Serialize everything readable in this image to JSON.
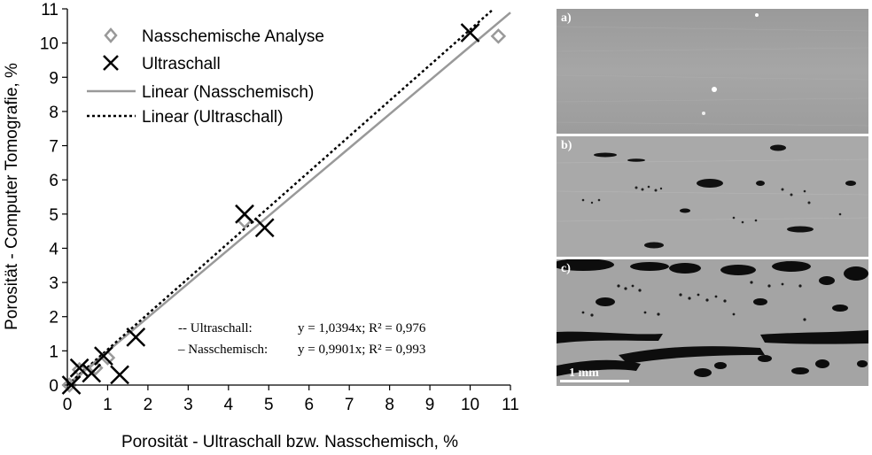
{
  "chart_data": {
    "type": "scatter",
    "xlabel": "Porosität - Ultraschall bzw. Nasschemisch, %",
    "ylabel": "Porosität - Computer Tomografie, %",
    "xlim": [
      0,
      11
    ],
    "ylim": [
      0,
      11
    ],
    "xticks": [
      "0",
      "1",
      "2",
      "3",
      "4",
      "5",
      "6",
      "7",
      "8",
      "9",
      "10",
      "11"
    ],
    "yticks": [
      "0",
      "1",
      "2",
      "3",
      "4",
      "5",
      "6",
      "7",
      "8",
      "9",
      "10",
      "11"
    ],
    "grid": false,
    "legend_position": "top-left",
    "series": [
      {
        "name": "Nasschemische Analyse",
        "marker": "diamond",
        "color": "#999999",
        "points": [
          [
            0.05,
            0.0
          ],
          [
            0.3,
            0.45
          ],
          [
            0.7,
            0.5
          ],
          [
            1.0,
            0.8
          ],
          [
            4.4,
            4.8
          ],
          [
            10.7,
            10.2
          ]
        ]
      },
      {
        "name": "Ultraschall",
        "marker": "x",
        "color": "#000000",
        "points": [
          [
            0.1,
            0.0
          ],
          [
            0.3,
            0.5
          ],
          [
            0.6,
            0.35
          ],
          [
            0.9,
            0.85
          ],
          [
            1.3,
            0.3
          ],
          [
            1.7,
            1.4
          ],
          [
            4.4,
            5.0
          ],
          [
            4.9,
            4.6
          ],
          [
            10.0,
            10.3
          ]
        ]
      }
    ],
    "trendlines": [
      {
        "name": "Linear (Nasschemisch)",
        "slope": 0.9901,
        "style": "solid",
        "color": "#999999"
      },
      {
        "name": "Linear (Ultraschall)",
        "slope": 1.0394,
        "style": "dotted",
        "color": "#000000"
      }
    ],
    "annotations": [
      {
        "prefix": "-- Ultraschall:",
        "equation": "y = 1,0394x; R² = 0,976"
      },
      {
        "prefix": "– Nasschemisch:",
        "equation": "y = 0,9901x; R² = 0,993"
      }
    ]
  },
  "micrographs": {
    "panels": [
      {
        "label": "a)"
      },
      {
        "label": "b)"
      },
      {
        "label": "c)",
        "scale_bar": "1 mm"
      }
    ]
  }
}
